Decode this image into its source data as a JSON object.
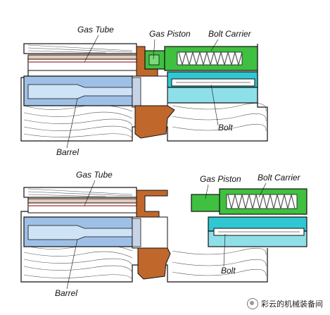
{
  "colors": {
    "gas_tube": "#e9c9b6",
    "gas_port": "#c0682c",
    "gas_piston": "#40c040",
    "bolt_carrier": "#30c7d2",
    "bolt_carrier_upper": "#8edfe8",
    "spring": "#555555",
    "barrel_bore": "#9fc0e6",
    "barrel_inner": "#cfe3f6",
    "wood": "#ffffff",
    "outline": "#111111"
  },
  "top_panel": {
    "labels": {
      "gas_tube": "Gas Tube",
      "gas_piston": "Gas Piston",
      "bolt_carrier": "Bolt Carrier",
      "bolt": "Bolt",
      "barrel": "Barrel"
    }
  },
  "bottom_panel": {
    "labels": {
      "gas_tube": "Gas Tube",
      "gas_piston": "Gas Piston",
      "bolt_carrier": "Bolt Carrier",
      "bolt": "Bolt",
      "barrel": "Barrel"
    }
  },
  "watermark": {
    "text": "彩云的机械装备间",
    "icon": "wechat-icon"
  }
}
